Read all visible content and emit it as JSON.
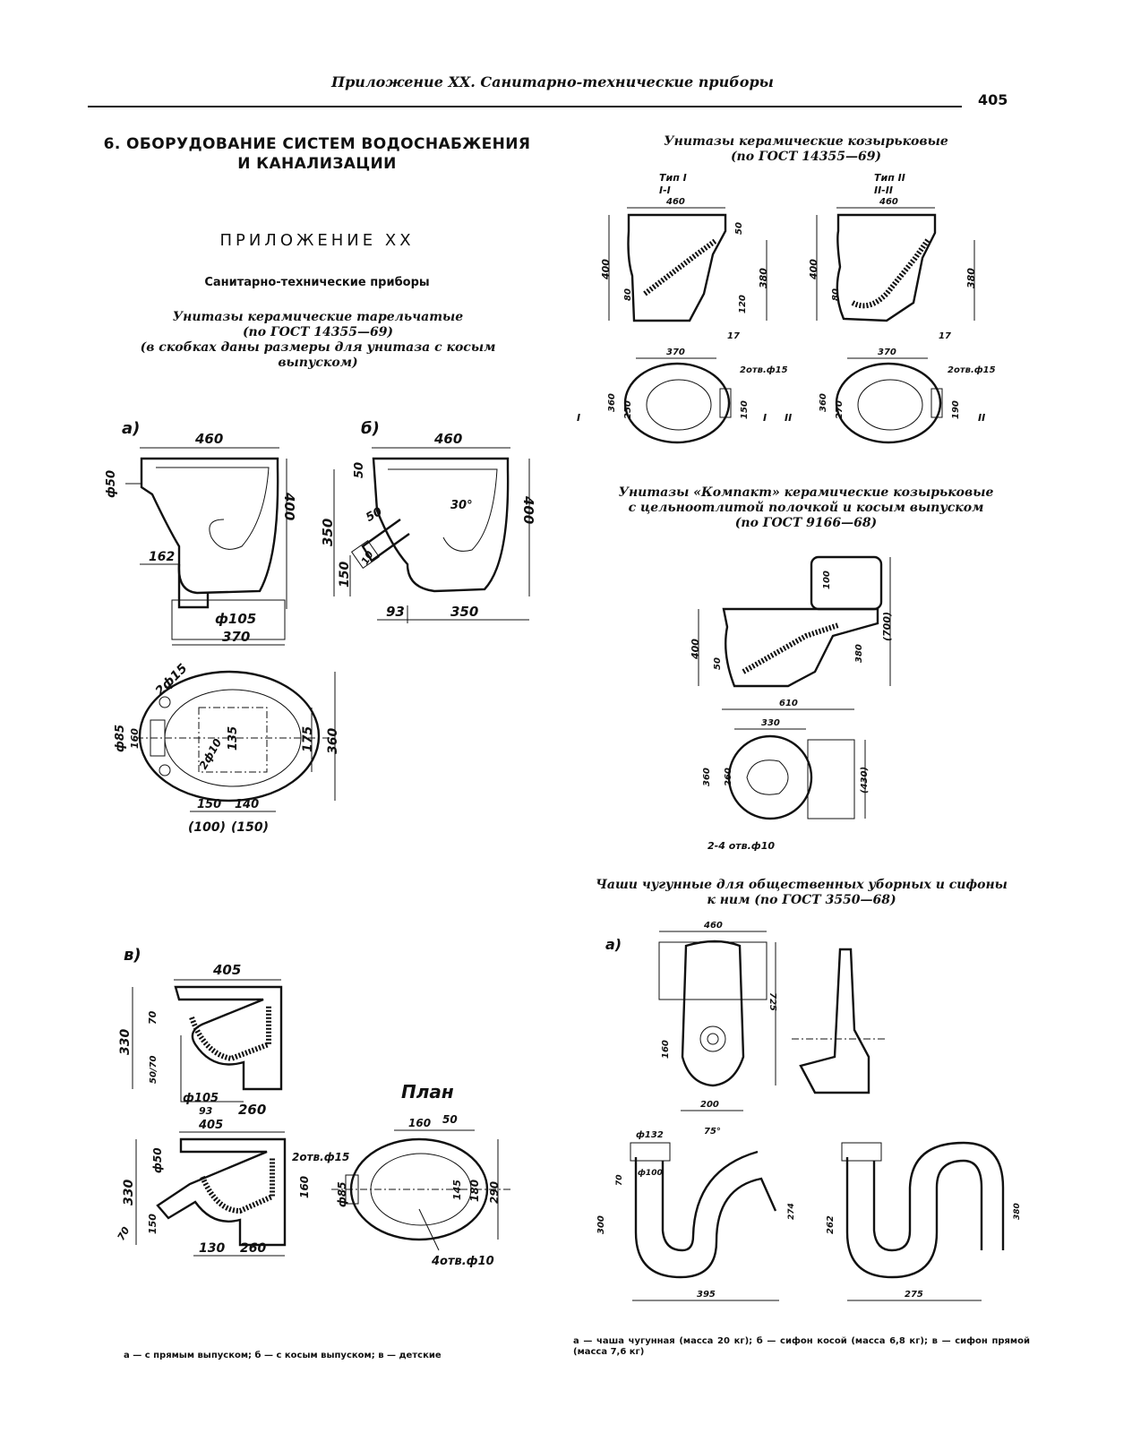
{
  "header": {
    "title": "Приложение XX. Санитарно-технические приборы",
    "page_number": "405"
  },
  "section": {
    "title_line1": "6. ОБОРУДОВАНИЕ СИСТЕМ ВОДОСНАБЖЕНИЯ",
    "title_line2": "И КАНАЛИЗАЦИИ"
  },
  "appendix": {
    "title": "ПРИЛОЖЕНИЕ XX",
    "subtitle": "Санитарно-технические приборы"
  },
  "left": {
    "caption_line1": "Унитазы керамические тарельчатые",
    "caption_line2": "(по ГОСТ 14355—69)",
    "caption_line3": "(в скобках даны размеры для унитаза с косым",
    "caption_line4": "выпуском)",
    "fig_a": {
      "label": "а)",
      "dims": {
        "width": "460",
        "d50": "ф50",
        "h400": "400",
        "d162": "162",
        "d105": "ф105",
        "d370": "370"
      }
    },
    "fig_b": {
      "label": "б)",
      "dims": {
        "width": "460",
        "h50": "50",
        "d50": "50",
        "angle": "30°",
        "h350": "350",
        "h150": "150",
        "h400": "400",
        "d93": "93",
        "d350": "350",
        "d10": "10"
      }
    },
    "plan_a": {
      "dims": {
        "holes": "2ф15",
        "d85": "ф85",
        "d160": "160",
        "d135": "135",
        "d10": "2ф10",
        "d175": "175",
        "d360": "360",
        "d150": "150",
        "d140": "140",
        "d100": "(100)",
        "d150b": "(150)"
      }
    },
    "fig_v": {
      "label": "в)",
      "dims": {
        "top405": "405",
        "h330": "330",
        "d70": "70",
        "d50": "50/70",
        "d105": "ф105",
        "d93": "93",
        "d260": "260",
        "bottom405": "405",
        "h330b": "330",
        "d50b": "ф50",
        "d70b": "70",
        "d150": "150",
        "d130": "130",
        "d260b": "260"
      }
    },
    "plan_v": {
      "label": "План",
      "dims": {
        "d160": "160",
        "d50": "50",
        "holes": "2отв.ф15",
        "d85": "ф85",
        "d160b": "160",
        "d145": "145",
        "d180": "180",
        "d290": "290",
        "holes2": "4отв.ф10"
      }
    },
    "footnote": "а — с прямым выпуском; б — с косым выпуском; в — детские"
  },
  "right": {
    "caption1_line1": "Унитазы керамические козырьковые",
    "caption1_line2": "(по ГОСТ 14355—69)",
    "type1": {
      "label": "Тип I",
      "section": "I-I",
      "width": "460",
      "h400": "400",
      "h380": "380",
      "d80": "80",
      "d50": "50",
      "d120": "120",
      "d17": "17"
    },
    "type2": {
      "label": "Тип II",
      "section": "II-II",
      "width": "460",
      "h400": "400",
      "h380": "380",
      "d80": "80",
      "d17": "17"
    },
    "plan1": {
      "width": "370",
      "h360": "360",
      "h250": "250",
      "h150": "150",
      "holes": "2отв.ф15",
      "mark": "I"
    },
    "plan2": {
      "width": "370",
      "h360": "360",
      "h270": "270",
      "h190": "190",
      "holes": "2отв.ф15",
      "mark": "II"
    },
    "caption2_line1": "Унитазы «Компакт» керамические козырьковые",
    "caption2_line2": "с цельноотлитой полочкой и косым выпуском",
    "caption2_line3": "(по ГОСТ 9166—68)",
    "compact": {
      "h400": "400",
      "h100": "100",
      "h700": "(700)",
      "h380": "380",
      "d50": "50",
      "width": "610",
      "w330": "330",
      "h360": "360",
      "h260": "260",
      "h430": "(430)",
      "holes": "2-4 отв.ф10"
    },
    "caption3_line1": "Чаши чугунные для общественных уборных и сифоны",
    "caption3_line2": "к ним (по ГОСТ 3550—68)",
    "bowl": {
      "label": "а)",
      "width": "460",
      "h725": "725",
      "d200": "200",
      "d160": "160"
    },
    "siphons": {
      "d132": "ф132",
      "d100": "ф100",
      "angle": "75°",
      "d395": "395",
      "d275": "275",
      "d300": "300",
      "d70": "70",
      "d274": "274",
      "d262": "262",
      "d380": "380"
    },
    "footnote": "а — чаша чугунная (масса 20 кг); б — сифон косой (масса 6,8 кг); в — сифон прямой (масса 7,6 кг)"
  }
}
